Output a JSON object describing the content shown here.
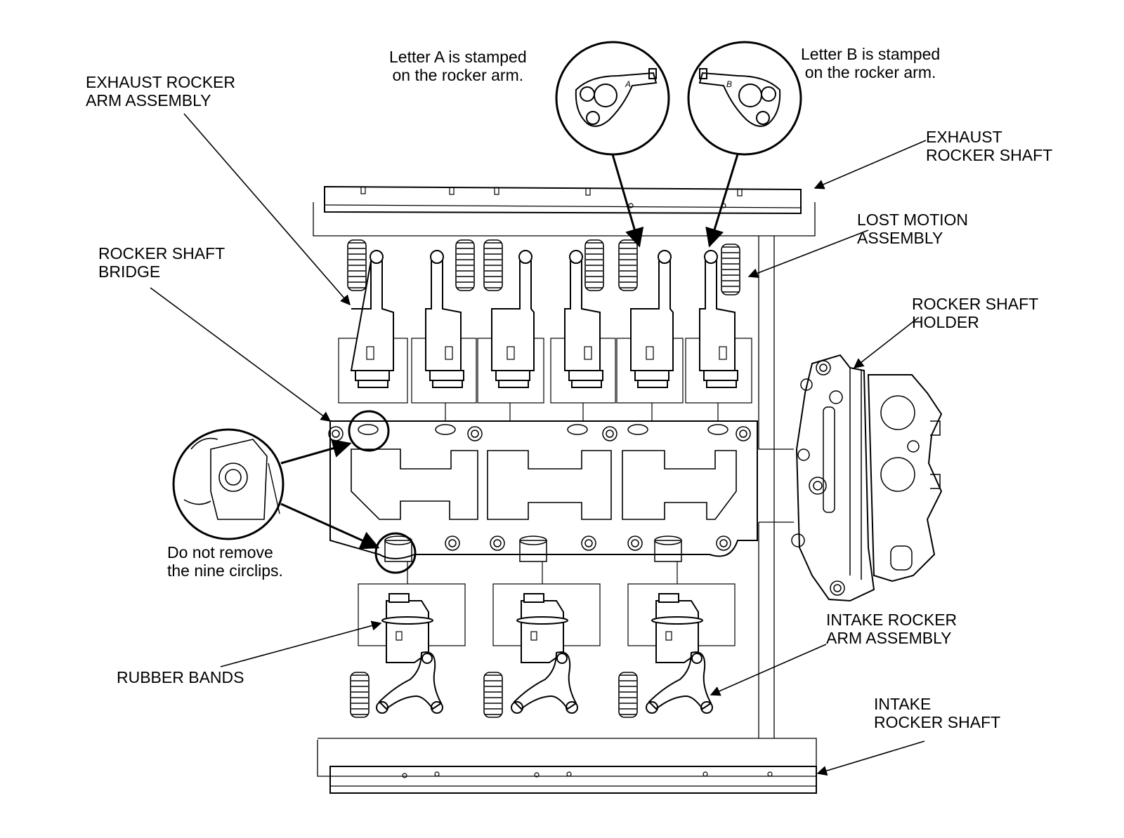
{
  "labels": {
    "exhaust_rocker_arm_assembly": "EXHAUST ROCKER\nARM ASSEMBLY",
    "rocker_shaft_bridge": "ROCKER SHAFT\nBRIDGE",
    "letter_a_note": "Letter A is stamped\non the rocker arm.",
    "letter_b_note": "Letter B is stamped\non the rocker arm.",
    "exhaust_rocker_shaft": "EXHAUST\nROCKER SHAFT",
    "lost_motion_assembly": "LOST MOTION\nASSEMBLY",
    "rocker_shaft_holder": "ROCKER SHAFT\nHOLDER",
    "circlip_note": "Do not remove\nthe nine circlips.",
    "intake_rocker_arm_assembly": "INTAKE ROCKER\nARM ASSEMBLY",
    "rubber_bands": "RUBBER BANDS",
    "intake_rocker_shaft": "INTAKE\nROCKER SHAFT"
  },
  "stamps": {
    "a": "A",
    "b": "B"
  },
  "colors": {
    "line": "#000000",
    "background": "#ffffff"
  }
}
